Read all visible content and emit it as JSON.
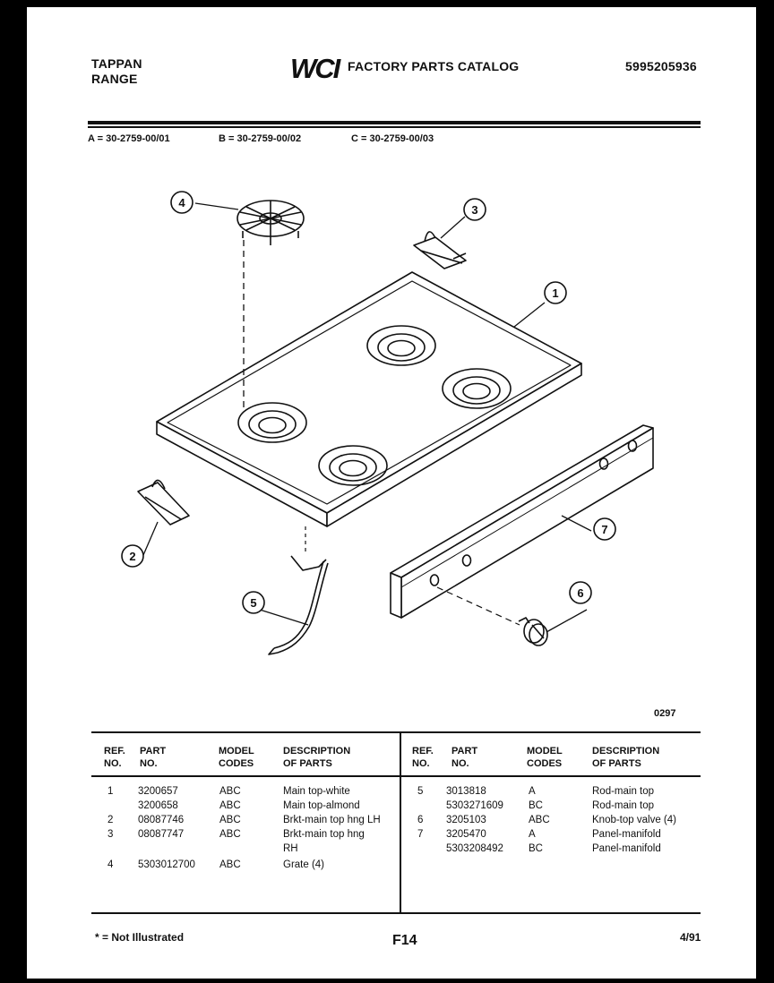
{
  "header": {
    "brand_line1": "TAPPAN",
    "brand_line2": "RANGE",
    "logo_text": "WCI",
    "catalog_title": "FACTORY PARTS CATALOG",
    "catalog_number": "5995205936"
  },
  "models": [
    {
      "code": "A",
      "number": "30-2759-00/01"
    },
    {
      "code": "B",
      "number": "30-2759-00/02"
    },
    {
      "code": "C",
      "number": "30-2759-00/03"
    }
  ],
  "diagram": {
    "callouts": [
      "1",
      "2",
      "3",
      "4",
      "5",
      "6",
      "7"
    ],
    "figure_code": "0297"
  },
  "table": {
    "headers": {
      "ref_1": "REF.",
      "ref_2": "NO.",
      "part_1": "PART",
      "part_2": "NO.",
      "model_1": "MODEL",
      "model_2": "CODES",
      "desc_1": "DESCRIPTION",
      "desc_2": "OF PARTS"
    },
    "left": [
      {
        "ref": "1",
        "part": "3200657",
        "codes": "ABC",
        "desc": "Main top-white"
      },
      {
        "ref": "",
        "part": "3200658",
        "codes": "ABC",
        "desc": "Main top-almond"
      },
      {
        "ref": "2",
        "part": "08087746",
        "codes": "ABC",
        "desc": "Brkt-main top hng LH"
      },
      {
        "ref": "3",
        "part": "08087747",
        "codes": "ABC",
        "desc": "Brkt-main top hng"
      },
      {
        "ref": "",
        "part": "",
        "codes": "",
        "desc": "RH"
      },
      {
        "ref": "4",
        "part": "5303012700",
        "codes": "ABC",
        "desc": "Grate (4)"
      }
    ],
    "right": [
      {
        "ref": "5",
        "part": "3013818",
        "codes": "A",
        "desc": "Rod-main top"
      },
      {
        "ref": "",
        "part": "5303271609",
        "codes": "BC",
        "desc": "Rod-main top"
      },
      {
        "ref": "6",
        "part": "3205103",
        "codes": "ABC",
        "desc": "Knob-top valve (4)"
      },
      {
        "ref": "7",
        "part": "3205470",
        "codes": "A",
        "desc": "Panel-manifold"
      },
      {
        "ref": "",
        "part": "5303208492",
        "codes": "BC",
        "desc": "Panel-manifold"
      }
    ]
  },
  "footer": {
    "note": "* = Not Illustrated",
    "page": "F14",
    "date": "4/91"
  }
}
